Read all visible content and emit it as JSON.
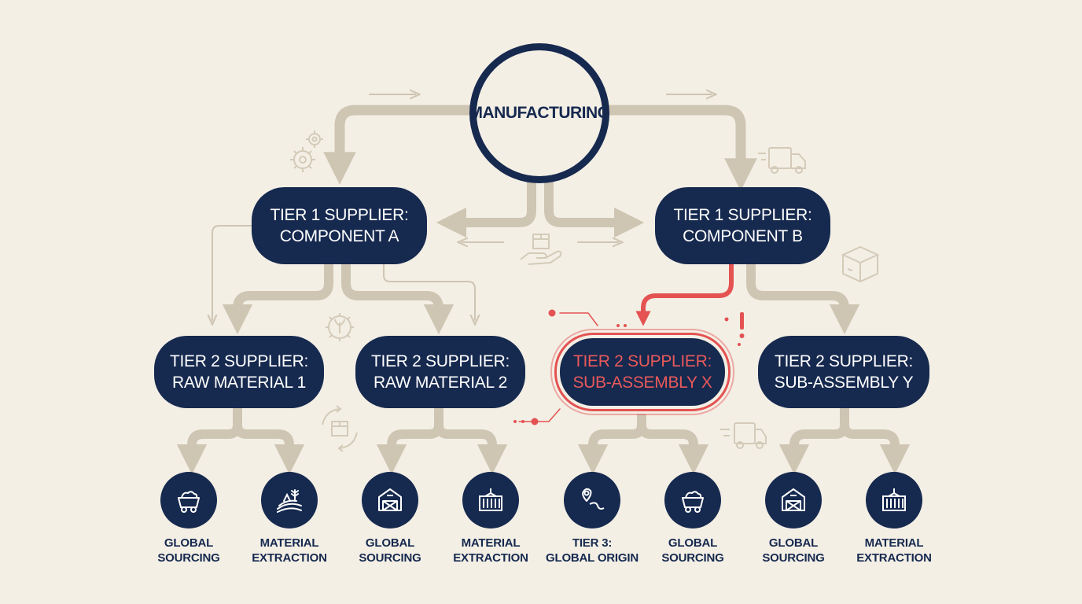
{
  "hub": {
    "label": "MANUFACTURING"
  },
  "tier1": [
    {
      "line1": "TIER 1 SUPPLIER:",
      "line2": "COMPONENT A"
    },
    {
      "line1": "TIER 1 SUPPLIER:",
      "line2": "COMPONENT B"
    }
  ],
  "tier2": [
    {
      "line1": "TIER 2 SUPPLIER:",
      "line2": "RAW MATERIAL 1",
      "status": "normal"
    },
    {
      "line1": "TIER 2 SUPPLIER:",
      "line2": "RAW MATERIAL 2",
      "status": "normal"
    },
    {
      "line1": "TIER 2 SUPPLIER:",
      "line2": "SUB-ASSEMBLY X",
      "status": "alert"
    },
    {
      "line1": "TIER 2 SUPPLIER:",
      "line2": "SUB-ASSEMBLY Y",
      "status": "normal"
    }
  ],
  "leaves": [
    {
      "icon": "mine-cart-icon",
      "line1": "GLOBAL",
      "line2": "SOURCING"
    },
    {
      "icon": "field-crop-icon",
      "line1": "MATERIAL",
      "line2": "EXTRACTION"
    },
    {
      "icon": "barn-icon",
      "line1": "GLOBAL",
      "line2": "SOURCING"
    },
    {
      "icon": "shipping-container-icon",
      "line1": "MATERIAL",
      "line2": "EXTRACTION"
    },
    {
      "icon": "map-pin-route-icon",
      "line1": "TIER 3:",
      "line2": "GLOBAL ORIGIN"
    },
    {
      "icon": "mine-cart-icon",
      "line1": "GLOBAL",
      "line2": "SOURCING"
    },
    {
      "icon": "barn-icon",
      "line1": "GLOBAL",
      "line2": "SOURCING"
    },
    {
      "icon": "shipping-container-icon",
      "line1": "MATERIAL",
      "line2": "EXTRACTION"
    }
  ],
  "colors": {
    "navy": "#16294f",
    "connector": "#cfc5b3",
    "alert": "#e45252",
    "background": "#f3efe5"
  }
}
